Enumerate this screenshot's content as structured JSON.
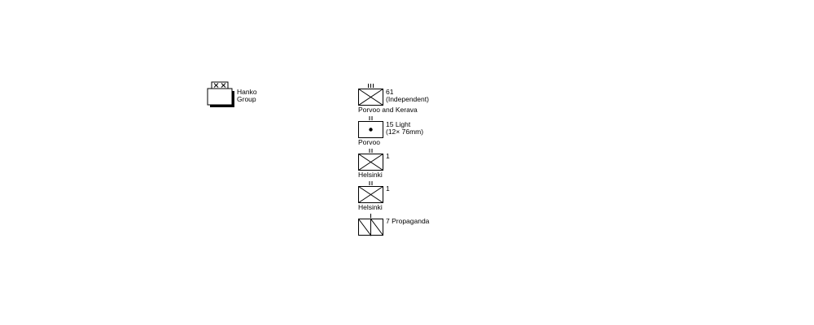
{
  "hq": {
    "echelon": "XX",
    "name_line1": "Hanko",
    "name_line2": "Group"
  },
  "units": [
    {
      "type": "infantry",
      "echelon": "III",
      "name_line1": "61",
      "name_line2": "(Independent)",
      "location": "Porvoo and Kerava"
    },
    {
      "type": "artillery",
      "echelon": "II",
      "name_line1": "15 Light",
      "name_line2": "(12× 76mm)",
      "location": "Porvoo"
    },
    {
      "type": "infantry",
      "echelon": "II",
      "name_line1": "1",
      "name_line2": "",
      "location": "Helsinki"
    },
    {
      "type": "infantry",
      "echelon": "II",
      "name_line1": "1",
      "name_line2": "",
      "location": "Helsinki"
    },
    {
      "type": "propaganda",
      "echelon": "I",
      "name_line1": "7 Propaganda",
      "name_line2": "",
      "location": ""
    }
  ]
}
